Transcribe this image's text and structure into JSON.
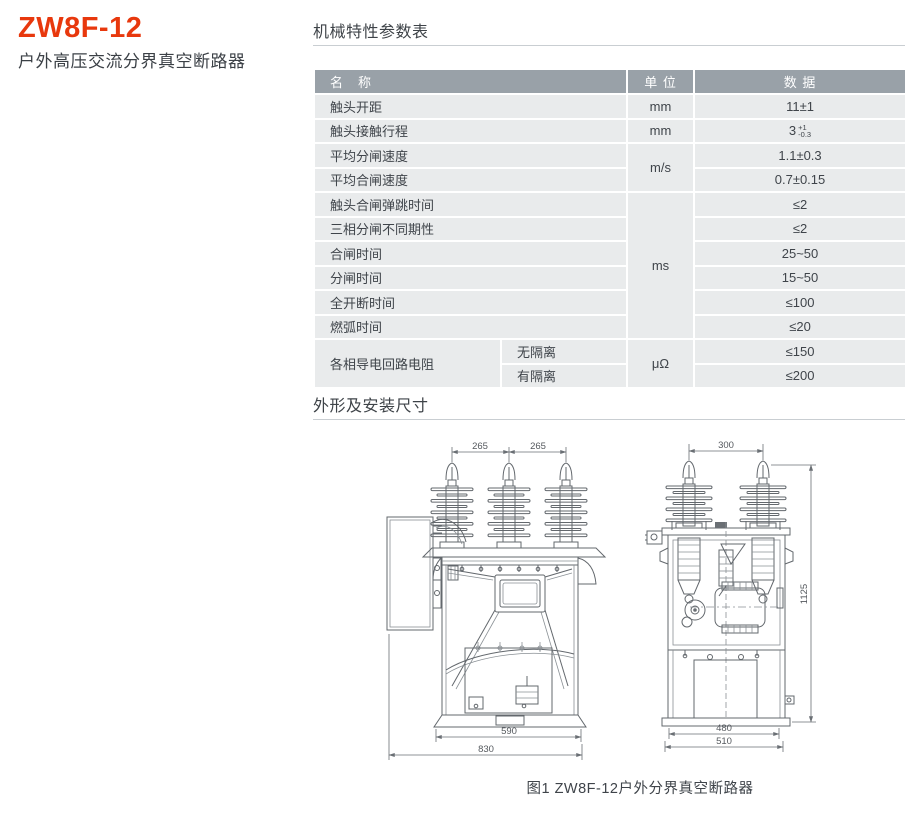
{
  "header": {
    "model": "ZW8F-12",
    "product_name": "户外高压交流分界真空断路器",
    "accent_color": "#e8380d"
  },
  "sections": {
    "mechanical_table_title": "机械特性参数表",
    "dimensions_title": "外形及安装尺寸"
  },
  "table": {
    "header": {
      "name": "名　称",
      "unit": "单 位",
      "data": "数 据"
    },
    "header_bg": "#99a1a8",
    "row_bg": "#e9ebec",
    "rows": [
      {
        "name": "触头开距",
        "unit": "mm",
        "value": "11±1"
      },
      {
        "name": "触头接触行程",
        "unit": "mm",
        "value": "3",
        "tol_top": "+1",
        "tol_bottom": "-0.3"
      },
      {
        "name": "平均分闸速度",
        "unit": "m/s",
        "value": "1.1±0.3"
      },
      {
        "name": "平均合闸速度",
        "value": "0.7±0.15"
      },
      {
        "name": "触头合闸弹跳时间",
        "unit": "ms",
        "value": "≤2"
      },
      {
        "name": "三相分闸不同期性",
        "value": "≤2"
      },
      {
        "name": "合闸时间",
        "value": "25~50"
      },
      {
        "name": "分闸时间",
        "value": "15~50"
      },
      {
        "name": "全开断时间",
        "value": "≤100"
      },
      {
        "name": "燃弧时间",
        "value": "≤20"
      },
      {
        "name": "各相导电回路电阻",
        "sub": "无隔离",
        "unit": "μΩ",
        "value": "≤150"
      },
      {
        "sub": "有隔离",
        "value": "≤200"
      }
    ]
  },
  "drawings": {
    "front_view": {
      "dim_top_left": "265",
      "dim_top_right": "265",
      "dim_base_inner": "590",
      "dim_base_outer": "830"
    },
    "side_view": {
      "dim_top": "300",
      "dim_height": "1125",
      "dim_base_inner": "480",
      "dim_base_outer": "510"
    },
    "caption": "图1 ZW8F-12户外分界真空断路器"
  }
}
